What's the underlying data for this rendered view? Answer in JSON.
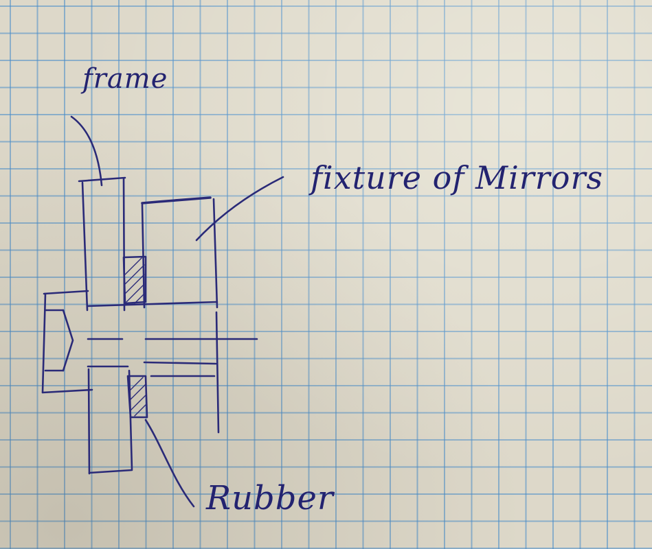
{
  "labels": {
    "frame": "frame",
    "fixture": "fixture of Mirrors",
    "rubber": "Rubber"
  },
  "colors": {
    "paper": "#ddd8c9",
    "grid": "#468cc8",
    "ink": "#2a2a78"
  }
}
